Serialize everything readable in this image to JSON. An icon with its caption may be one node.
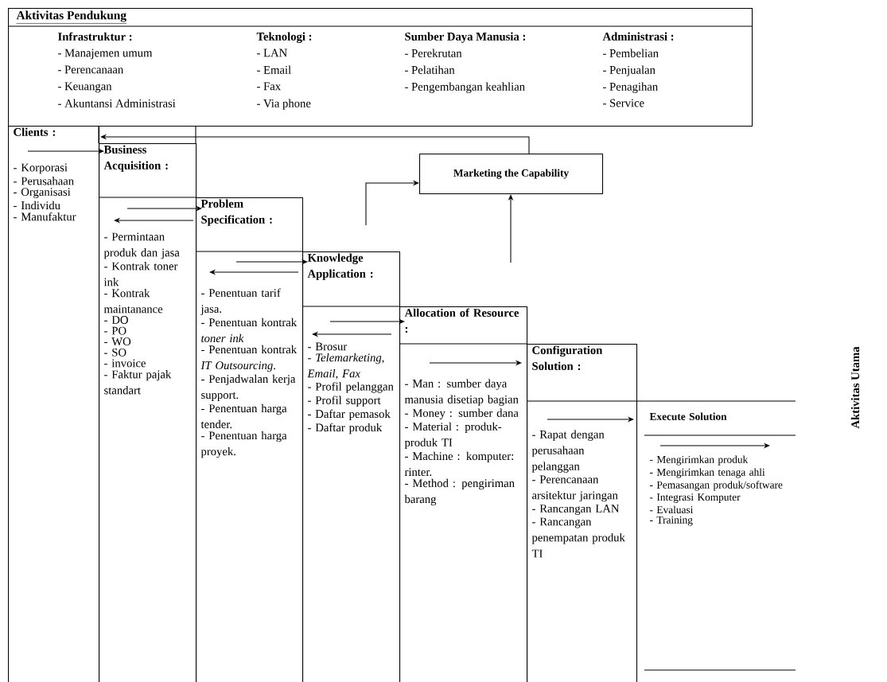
{
  "diagram": {
    "nodes": [
      {
        "text": [
          "Aktivitas Pendukung",
          "Infrastruktur :",
          "- Manajemen umum",
          "- Perencanaan",
          "- Keuangan",
          "- Akuntansi Administrasi",
          "Teknologi :",
          "- LAN",
          "- Email",
          "- Fax",
          "- Via phone",
          "Sumber Daya Manusia :",
          "- Perekrutan",
          "- Pelatihan",
          "- Pengembangan keahlian",
          "Administrasi :",
          "- Pembelian",
          "- Penjualan",
          "- Penagihan",
          "- Service"
        ]
      },
      {
        "text": [
          "Clients :",
          "- Korporasi",
          "- Perusahaan",
          "- Organisasi",
          "- Individu",
          "- Manufaktur"
        ]
      },
      {
        "text": [
          "Business Acquisition :",
          "- Permintaan produk dan jasa",
          "- Kontrak toner ink",
          "- Kontrak maintanance",
          "- DO",
          "- PO",
          "- WO",
          "- SO",
          "- invoice",
          "- Faktur pajak standart"
        ]
      },
      {
        "text": [
          "Problem Specification :",
          "- Penentuan tarif jasa.",
          "- Penentuan kontrak *toner ink*",
          "- Penentuan kontrak *IT Outsourcing*.",
          "- Penjadwalan kerja support.",
          "- Penentuan harga tender.",
          "- Penentuan harga proyek."
        ]
      },
      {
        "text": [
          "Knowledge Application :",
          "- Brosur",
          "- *Telemarketing, Email, Fax*",
          "- Profil pelanggan",
          "- Profil support",
          "- Daftar pemasok",
          "- Daftar produk"
        ]
      },
      {
        "text": [
          "Allocation of Resource :",
          "- Man : sumber daya manusia disetiap bagian",
          "- Money : sumber dana",
          "- Material : produk-produk TI",
          "- Machine : komputer: rinter.",
          "- Method : pengiriman barang"
        ]
      },
      {
        "text": [
          "Configuration Solution :",
          "- Rapat dengan perusahaan pelanggan",
          "- Perencanaan arsitektur jaringan",
          "- Rancangan LAN",
          "- Rancangan penempatan produk TI"
        ]
      },
      {
        "text": [
          "Execute Solution",
          "- Mengirimkan produk",
          "- Mengirimkan tenaga ahli",
          "- Pemasangan produk/software",
          "- Integrasi Komputer",
          "- Evaluasi",
          "- Training"
        ]
      },
      {
        "text": [
          "Marketing the Capability"
        ]
      }
    ],
    "edges": [
      {
        "from": 8,
        "to": 1,
        "arrow": "to"
      },
      {
        "from": 1,
        "to": 2,
        "arrow": "to"
      },
      {
        "from": 2,
        "to": 3,
        "arrow": "to"
      },
      {
        "from": 3,
        "to": 2,
        "arrow": "to"
      },
      {
        "from": 3,
        "to": 4,
        "arrow": "to"
      },
      {
        "from": 4,
        "to": 3,
        "arrow": "to"
      },
      {
        "from": 4,
        "to": 5,
        "arrow": "to"
      },
      {
        "from": 5,
        "to": 4,
        "arrow": "to"
      },
      {
        "from": 5,
        "to": 6,
        "arrow": "to"
      },
      {
        "from": 6,
        "to": 7,
        "arrow": "to"
      },
      {
        "from": 7,
        "to": null,
        "arrow": "to"
      },
      {
        "from": null,
        "to": 8,
        "arrow": "to"
      },
      {
        "from": null,
        "to": 8,
        "arrow": "to"
      }
    ],
    "labels": [
      "Aktivitas Utama"
    ]
  }
}
